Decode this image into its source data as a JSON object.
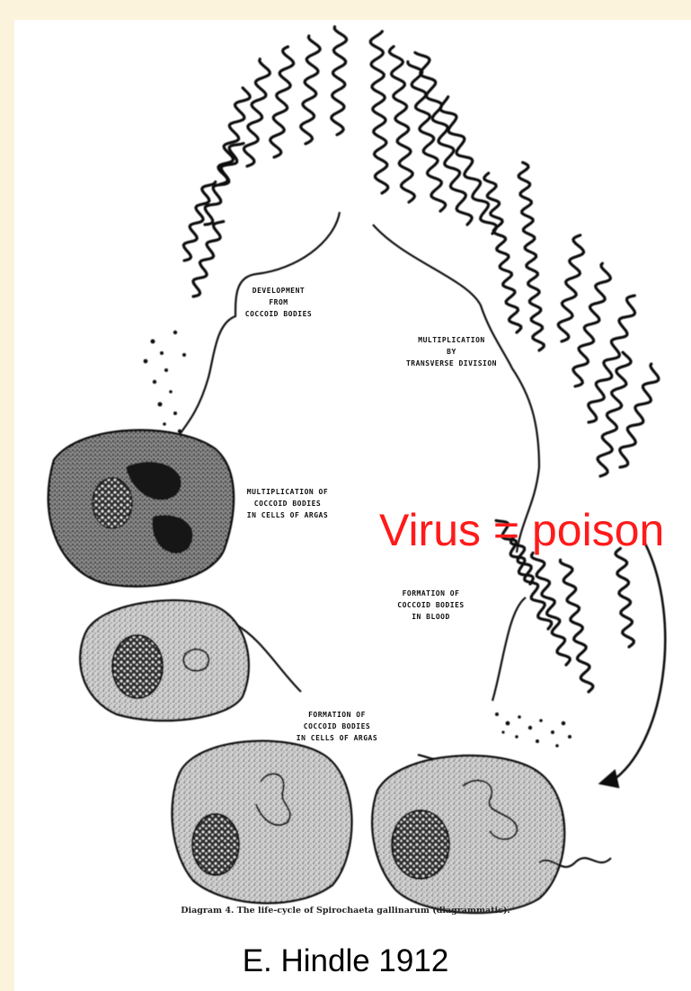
{
  "labels": {
    "development": "DEVELOPMENT\nFROM\nCOCCOID BODIES",
    "multiplication_transverse": "MULTIPLICATION\nBY\nTRANSVERSE DIVISION",
    "multiplication_coccoid": "MULTIPLICATION OF\nCOCCOID BODIES\nIN CELLS OF ARGAS",
    "formation_blood": "FORMATION OF\nCOCCOID BODIES\nIN BLOOD",
    "formation_cells": "FORMATION OF\nCOCCOID BODIES\nIN CELLS OF ARGAS"
  },
  "caption": "Diagram 4.  The life-cycle of Spirochaeta gallinarum (diagrammatic).",
  "credit": "E. Hindle 1912",
  "overlay_text": "Virus = poison",
  "colors": {
    "background": "#fbf3dc",
    "paper": "#ffffff",
    "ink": "#111111",
    "overlay": "#ff1a1a"
  }
}
